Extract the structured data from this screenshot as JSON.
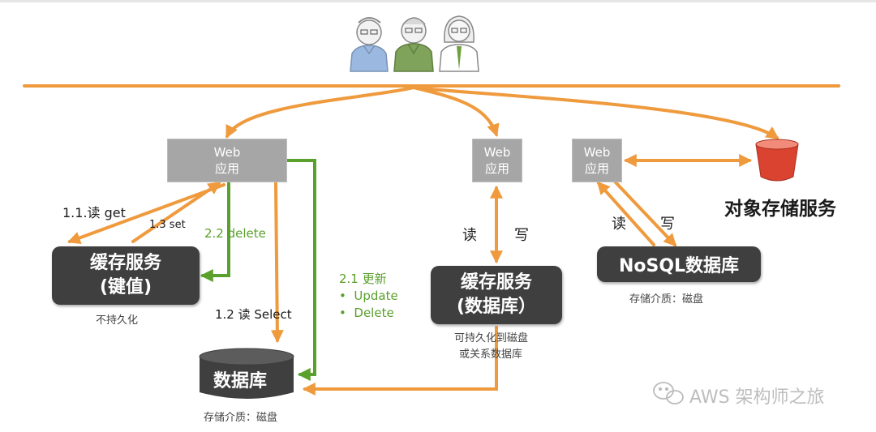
{
  "web_app": {
    "line1": "Web",
    "line2": "应用"
  },
  "object_storage": {
    "label": "对象存储服务"
  },
  "cache_kv": {
    "line1": "缓存服务",
    "line2": "(键值)",
    "note": "不持久化"
  },
  "database": {
    "label": "数据库",
    "note": "存储介质：磁盘"
  },
  "cache_db": {
    "line1": "缓存服务",
    "line2": "(数据库）",
    "note1": "可持久化到磁盘",
    "note2": "或关系数据库"
  },
  "nosql": {
    "label": "NoSQL数据库",
    "note": "存储介质：磁盘"
  },
  "labels": {
    "get": "1.1.读 get",
    "set": "1.3 set",
    "delete": "2.2 delete",
    "select": "1.2 读 Select",
    "update_title": "2.1 更新",
    "update_item": "Update",
    "delete_item": "Delete",
    "bullet": "•",
    "read": "读",
    "write": "写"
  },
  "watermark": {
    "text": "AWS 架构师之旅"
  },
  "colors": {
    "orange": "#ef9a3d",
    "green": "#5aa02c",
    "web_gray": "#a6a6a6",
    "dark_box": "#3f3f3f",
    "bucket_red": "#d9432f"
  }
}
